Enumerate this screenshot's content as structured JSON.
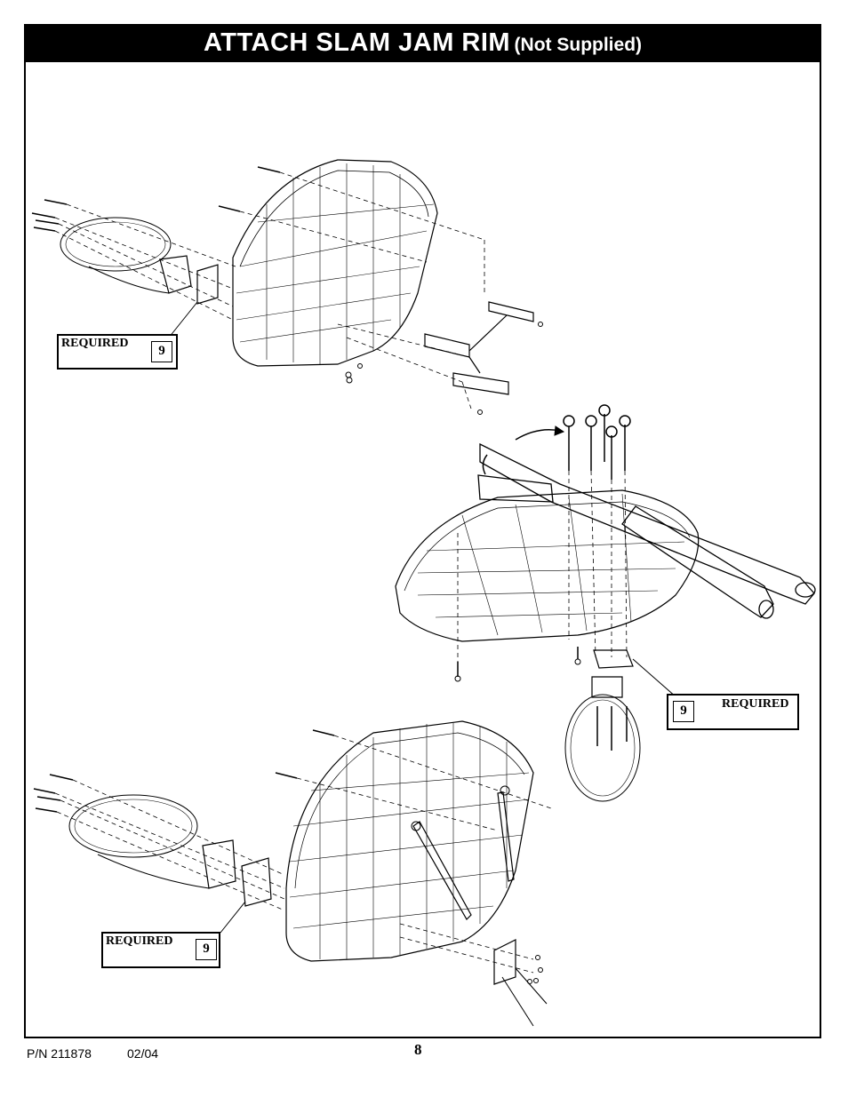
{
  "header": {
    "title_main": "ATTACH SLAM JAM RIM",
    "title_sub": "(Not Supplied)"
  },
  "callouts": [
    {
      "label": "REQUIRED",
      "quantity": "9"
    },
    {
      "label": "REQUIRED",
      "quantity": "9"
    },
    {
      "label": "REQUIRED",
      "quantity": "9"
    }
  ],
  "footer": {
    "part_number": "P/N 211878",
    "date": "02/04",
    "page_number": "8"
  }
}
